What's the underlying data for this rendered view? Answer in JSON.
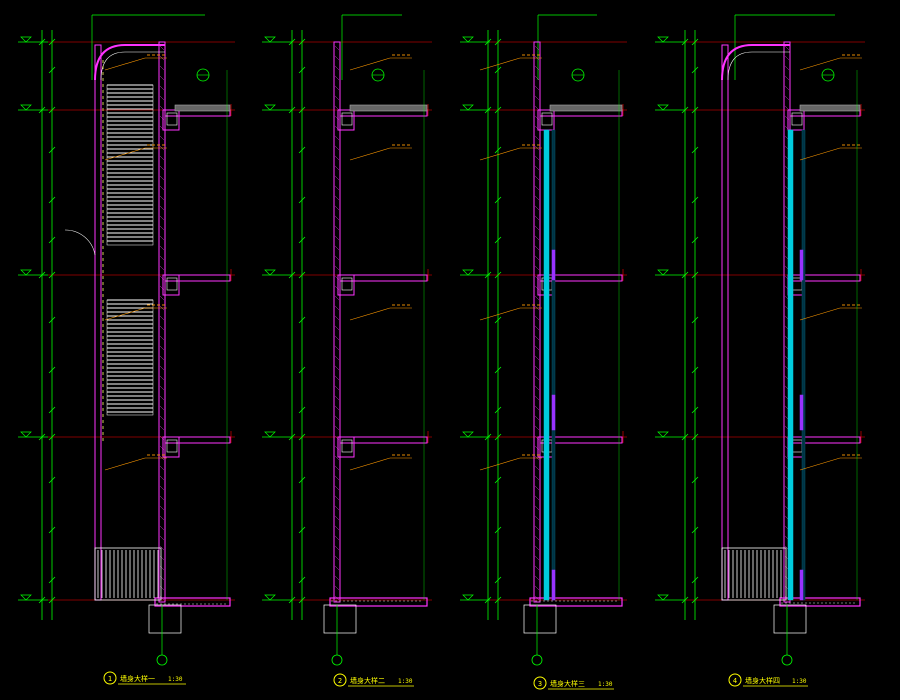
{
  "drawing": {
    "colors": {
      "background": "#000000",
      "dimension": "#00ff00",
      "wall": "#ff33ff",
      "axis": "#ff0000",
      "text": "#ffffff",
      "leader": "#ff9900",
      "glass": "#00ccdd",
      "label": "#ffff00"
    },
    "sections": [
      {
        "id": "1",
        "title": "墙身大样一",
        "scale": "1:30"
      },
      {
        "id": "2",
        "title": "墙身大样二",
        "scale": "1:30"
      },
      {
        "id": "3",
        "title": "墙身大样三",
        "scale": "1:30"
      },
      {
        "id": "4",
        "title": "墙身大样四",
        "scale": "1:30"
      }
    ]
  }
}
